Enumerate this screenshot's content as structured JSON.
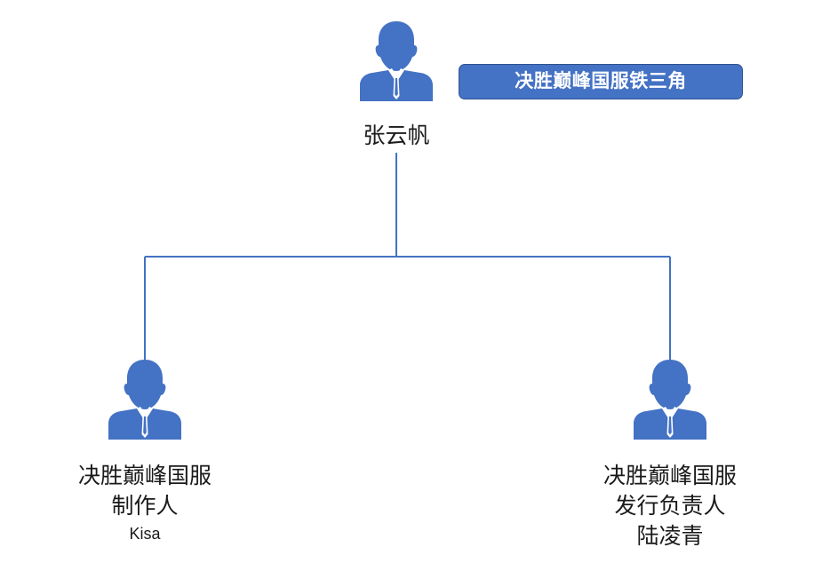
{
  "title_badge": "决胜巅峰国服铁三角",
  "accent_color": "#4472c4",
  "line_color": "#4472c4",
  "top_node": {
    "icon": "person-icon",
    "name": "张云帆"
  },
  "children": [
    {
      "icon": "person-icon",
      "lines": [
        "决胜巅峰国服",
        "制作人"
      ],
      "sub": "Kisa"
    },
    {
      "icon": "person-icon",
      "lines": [
        "决胜巅峰国服",
        "发行负责人",
        "陆凌青"
      ]
    }
  ]
}
